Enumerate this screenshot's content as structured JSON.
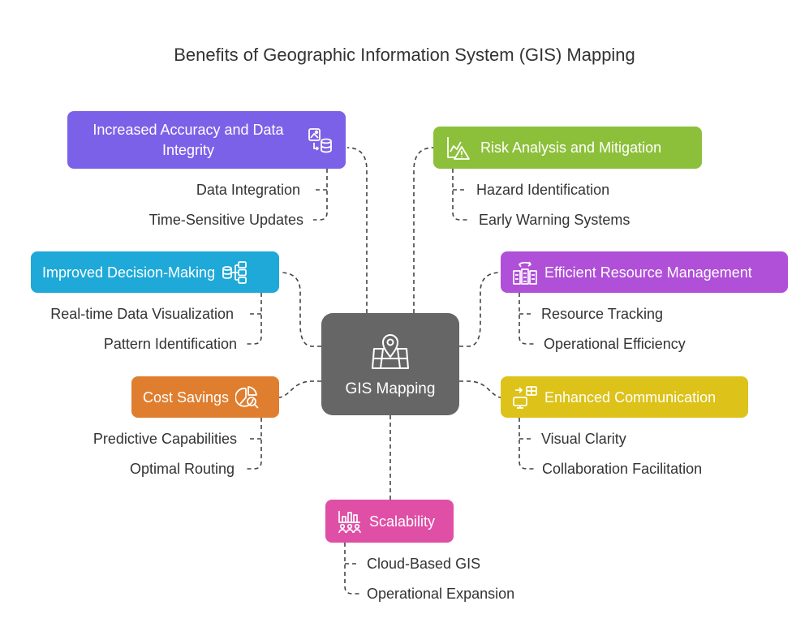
{
  "title": "Benefits of Geographic Information System (GIS) Mapping",
  "center": {
    "label": "GIS Mapping",
    "icon": "map-pin-icon",
    "color": "#666666"
  },
  "branches": [
    {
      "id": "accuracy",
      "label": "Increased Accuracy and Data Integrity",
      "label_line1": "Increased Accuracy and Data",
      "label_line2": "Integrity",
      "color": "#7b61e8",
      "icon": "image-database-icon",
      "items": [
        "Data Integration",
        "Time-Sensitive Updates"
      ]
    },
    {
      "id": "risk",
      "label": "Risk Analysis and Mitigation",
      "color": "#8dc03a",
      "icon": "chart-warning-icon",
      "items": [
        "Hazard Identification",
        "Early Warning Systems"
      ]
    },
    {
      "id": "decision",
      "label": "Improved Decision-Making",
      "color": "#1ea9d8",
      "icon": "database-flow-icon",
      "items": [
        "Real-time Data Visualization",
        "Pattern Identification"
      ]
    },
    {
      "id": "resource",
      "label": "Efficient Resource Management",
      "color": "#b04fd8",
      "icon": "buildings-cycle-icon",
      "items": [
        "Resource Tracking",
        "Operational Efficiency"
      ]
    },
    {
      "id": "cost",
      "label": "Cost Savings",
      "color": "#e07e2f",
      "icon": "pie-search-icon",
      "items": [
        "Predictive Capabilities",
        "Optimal Routing"
      ]
    },
    {
      "id": "communication",
      "label": "Enhanced Communication",
      "color": "#ddc219",
      "icon": "monitor-table-icon",
      "items": [
        "Visual Clarity",
        "Collaboration Facilitation"
      ]
    },
    {
      "id": "scalability",
      "label": "Scalability",
      "color": "#df4fa6",
      "icon": "chart-people-icon",
      "items": [
        "Cloud-Based GIS",
        "Operational Expansion"
      ]
    }
  ]
}
